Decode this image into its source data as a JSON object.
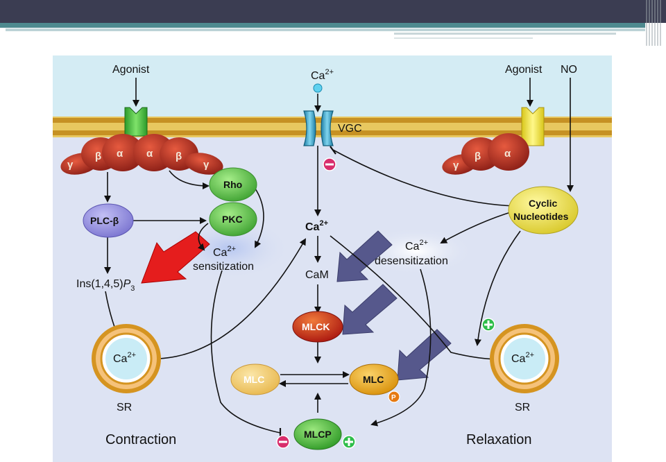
{
  "labels": {
    "agonist_left": "Agonist",
    "ca_top": "Ca",
    "ca_top_sup": "2+",
    "agonist_right": "Agonist",
    "no": "NO",
    "vgc": "VGC",
    "beta": "β",
    "alpha": "α",
    "gamma": "γ",
    "rho": "Rho",
    "plc_beta": "PLC-β",
    "pkc": "PKC",
    "ca_sens_top": "Ca",
    "ca_sens_sup": "2+",
    "sensitization": "sensitization",
    "ins_prefix": "Ins(1,4,5)",
    "ins_p": "P",
    "ins_sub": "3",
    "ca_center": "Ca",
    "ca_center_sup": "2+",
    "cam": "CaM",
    "mlck": "MLCK",
    "mlc_left": "MLC",
    "mlc_right": "MLC",
    "p_badge": "P",
    "mlcp": "MLCP",
    "cyclic_line1": "Cyclic",
    "cyclic_line2": "Nucleotides",
    "ca_desens_top": "Ca",
    "ca_desens_sup": "2+",
    "desensitization": "desensitization",
    "sr_ca_left": "Ca",
    "sr_ca_left_sup": "2+",
    "sr_left": "SR",
    "sr_ca_right": "Ca",
    "sr_ca_right_sup": "2+",
    "sr_right": "SR",
    "contraction": "Contraction",
    "relaxation": "Relaxation",
    "minus": "−",
    "plus": "+"
  },
  "colors": {
    "header_bar": "#3b3d52",
    "teal_stripe": "#4e8a8f",
    "cytoplasm": "#dde3f3",
    "extracellular": "#d4ecf4",
    "membrane": "#d4a536",
    "g_protein": "#9c2d22",
    "receptor_left": "#3cb43a",
    "receptor_right": "#f3e62c",
    "channel": "#3aa6c9",
    "rho_pkc": "#5fcf4a",
    "plc": "#8f8ad9",
    "mlck": "#c9271a",
    "mlc_left": "#f0c868",
    "mlc_right": "#e2a20e",
    "mlcp": "#4db83f",
    "cyclic": "#ece34a",
    "red_arrow": "#e51d1d",
    "blue_arrow": "#56588c",
    "minus_badge": "#d82e6c",
    "plus_badge": "#2ebd4a"
  }
}
